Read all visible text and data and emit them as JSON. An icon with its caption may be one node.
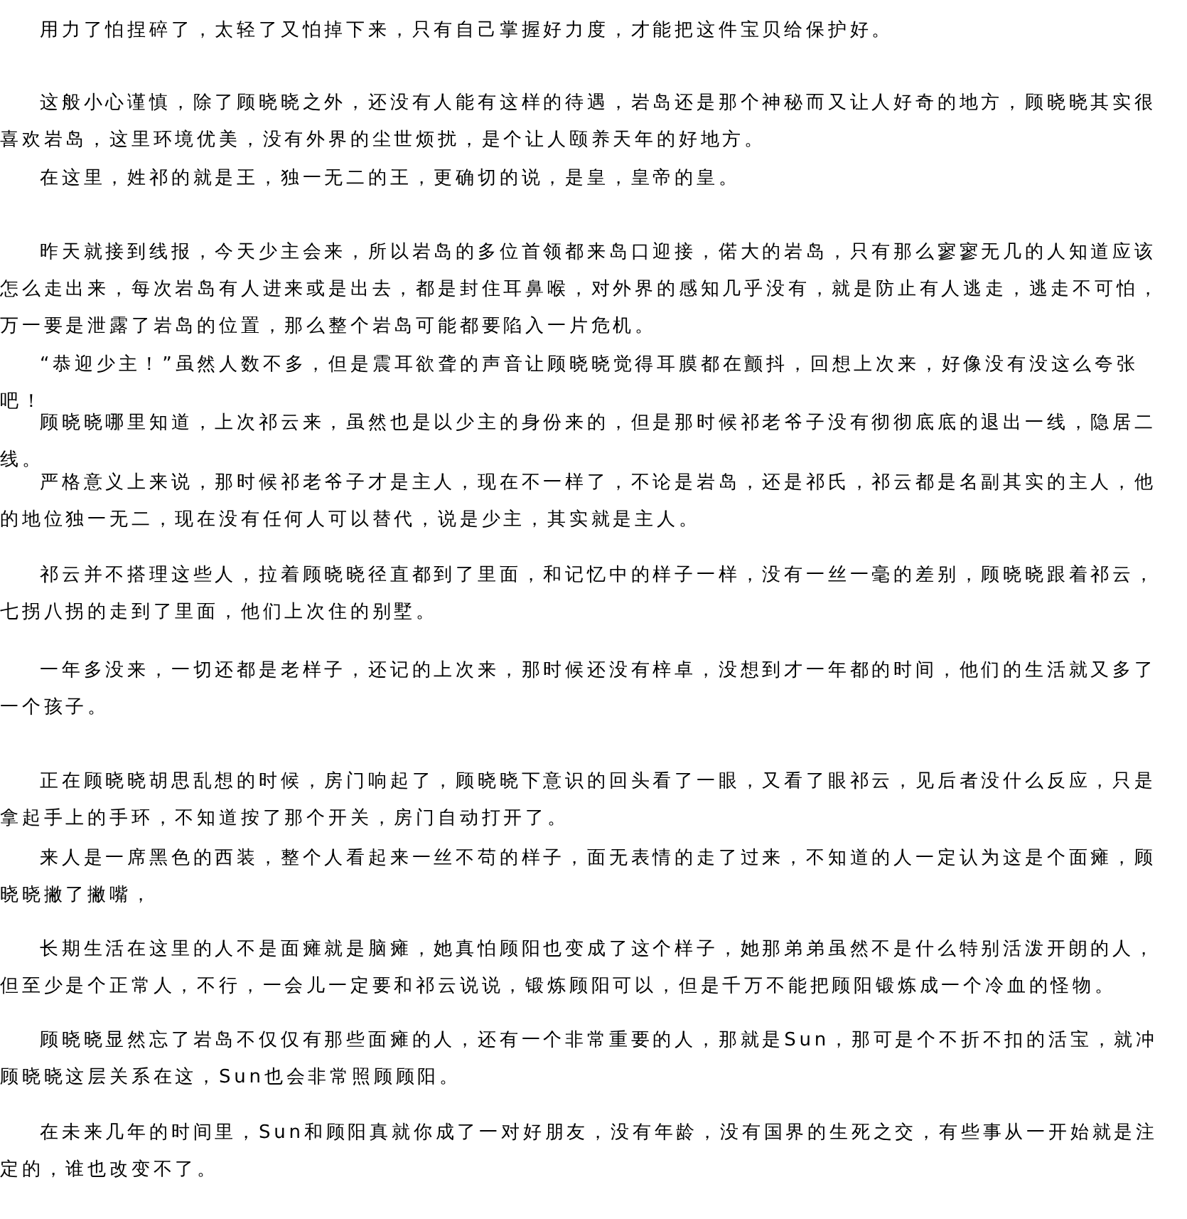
{
  "diagram": {
    "labels": [
      "用力了怕捏碎了，太轻了又怕掉下来，只有自己掌握好力度，才能把这件宝贝给保护好。",
      "这般小心谨慎，除了顾晓晓之外，还没有人能有这样的待遇，岩岛还是那个神秘而又让人好奇的地方，顾晓晓其实很喜欢岩岛，这里环境优美，没有外界的尘世烦扰，是个让人颐养天年的好地方。",
      "在这里，姓祁的就是王，独一无二的王，更确切的说，是皇，皇帝的皇。",
      "昨天就接到线报，今天少主会来，所以岩岛的多位首领都来岛口迎接，偌大的岩岛，只有那么寥寥无几的人知道应该怎么走出来，每次岩岛有人进来或是出去，都是封住耳鼻喉，对外界的感知几乎没有，就是防止有人逃走，逃走不可怕，万一要是泄露了岩岛的位置，那么整个岩岛可能都要陷入一片危机。",
      "“恭迎少主！”虽然人数不多，但是震耳欲聋的声音让顾晓晓觉得耳膜都在颤抖，回想上次来，好像没有没这么夸张吧！",
      "顾晓晓哪里知道，上次祁云来，虽然也是以少主的身份来的，但是那时候祁老爷子没有彻彻底底的退出一线，隐居二线。",
      "严格意义上来说，那时候祁老爷子才是主人，现在不一样了，不论是岩岛，还是祁氏，祁云都是名副其实的主人，他的地位独一无二，现在没有任何人可以替代，说是少主，其实就是主人。",
      "祁云并不搭理这些人，拉着顾晓晓径直都到了里面，和记忆中的样子一样，没有一丝一毫的差别，顾晓晓跟着祁云，七拐八拐的走到了里面，他们上次住的别墅。",
      "一年多没来，一切还都是老样子，还记的上次来，那时候还没有梓卓，没想到才一年都的时间，他们的生活就又多了一个孩子。",
      "正在顾晓晓胡思乱想的时候，房门响起了，顾晓晓下意识的回头看了一眼，又看了眼祁云，见后者没什么反应，只是拿起手上的手环，不知道按了那个开关，房门自动打开了。",
      "来人是一席黑色的西装，整个人看起来一丝不苟的样子，面无表情的走了过来，不知道的人一定认为这是个面瘫，顾晓晓撇了撇嘴，",
      "长期生活在这里的人不是面瘫就是脑瘫，她真怕顾阳也变成了这个样子，她那弟弟虽然不是什么特别活泼开朗的人，但至少是个正常人，不行，一会儿一定要和祁云说说，锻炼顾阳可以，但是千万不能把顾阳锻炼成一个冷血的怪物。",
      "顾晓晓显然忘了岩岛不仅仅有那些面瘫的人，还有一个非常重要的人，那就是Sun，那可是个不折不扣的活宝，就冲顾晓晓这层关系在这，Sun也会非常照顾顾阳。",
      "在未来几年的时间里，Sun和顾阳真就你成了一对好朋友，没有年龄，没有国界的生死之交，有些事从一开始就是注定的，谁也改变不了。"
    ]
  }
}
